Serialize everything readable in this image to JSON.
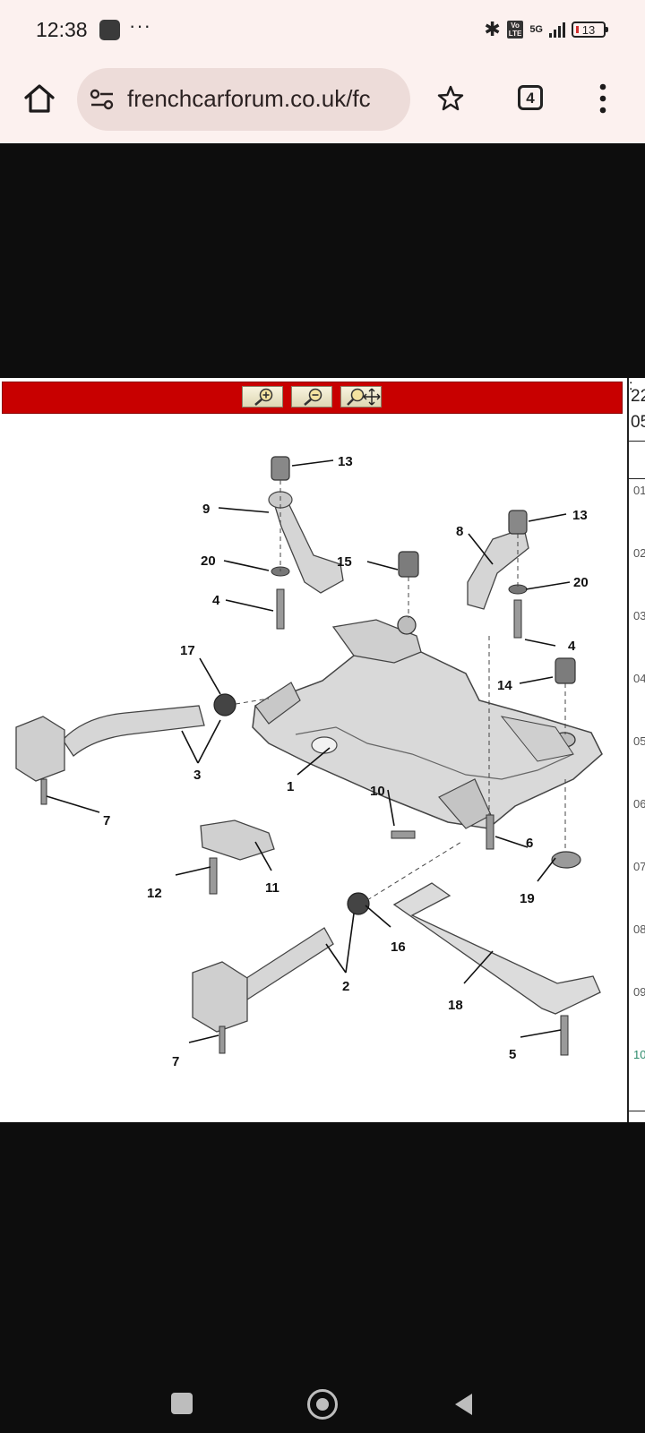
{
  "status_bar": {
    "time": "12:38",
    "more_dots": "···",
    "volte": "Vo\nLTE",
    "network": "5G",
    "battery": "13"
  },
  "browser": {
    "url": "frenchcarforum.co.uk/fc",
    "tab_count": "4"
  },
  "viewer": {
    "side_header": [
      "22",
      "05"
    ],
    "side_rows": [
      "01",
      "02",
      "03",
      "04",
      "05",
      "06",
      "07",
      "08",
      "09",
      "10"
    ],
    "toolbar_buttons": [
      "zoom-in",
      "zoom-out",
      "zoom-pan"
    ]
  },
  "diagram": {
    "callouts": [
      "13",
      "9",
      "15",
      "8",
      "13",
      "20",
      "20",
      "4",
      "4",
      "17",
      "14",
      "3",
      "1",
      "10",
      "7",
      "6",
      "11",
      "12",
      "19",
      "2",
      "16",
      "18",
      "7",
      "5"
    ]
  },
  "colors": {
    "toolbar": "#c80000",
    "browser_bg": "#fcf1ef",
    "url_pill": "#eddcd9",
    "page_bg": "#0d0d0d"
  },
  "icons": [
    "home-icon",
    "tune-icon",
    "star-icon",
    "tabs-icon",
    "more-vert-icon",
    "zoom-in-icon",
    "zoom-out-icon",
    "zoom-pan-icon",
    "bluetooth-icon",
    "signal-icon",
    "battery-icon"
  ]
}
